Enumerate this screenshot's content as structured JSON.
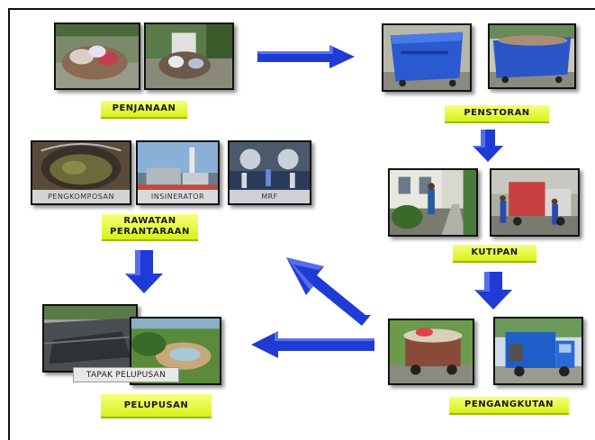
{
  "stages": {
    "penjanaan": "PENJANAAN",
    "penstoran": "PENSTORAN",
    "kutipan": "KUTIPAN",
    "pengangkutan": "PENGANGKUTAN",
    "rawatan": "RAWATAN PERANTARAAN",
    "pelupusan": "PELUPUSAN"
  },
  "captions": {
    "pengkomposan": "PENGKOMPOSAN",
    "insinerator": "INSINERATOR",
    "mrf": "MRF",
    "tapak_pelupusan": "TAPAK PELUPUSAN"
  },
  "colors": {
    "label_fill": "#e4f53a",
    "arrow_blue": "#1f3bd6",
    "arrow_highlight": "#8fa0ff"
  },
  "flow_arrows": [
    "right",
    "down",
    "down",
    "left",
    "up-left",
    "down"
  ]
}
